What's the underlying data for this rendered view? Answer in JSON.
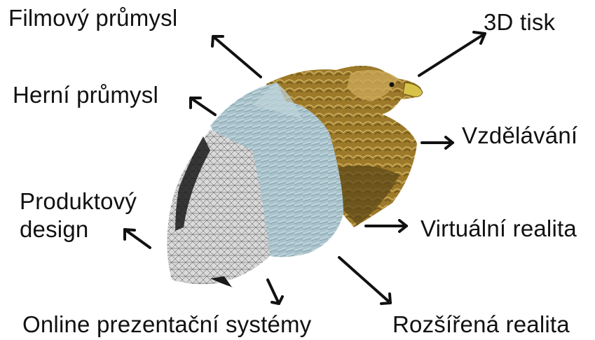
{
  "labels": {
    "film": "Filmový průmysl",
    "print3d": "3D tisk",
    "game": "Herní průmysl",
    "education": "Vzdělávání",
    "product_line1": "Produktový",
    "product_line2": "design",
    "vr": "Virtuální realita",
    "online": "Online prezentační systémy",
    "ar": "Rozšířená realita"
  },
  "colors": {
    "arrow": "#111111",
    "feather_gold": "#9c7a2a",
    "shaded_blue": "#a9c3cc",
    "mesh_gray": "#cfcfcf",
    "beak_yellow": "#d9c24a"
  }
}
